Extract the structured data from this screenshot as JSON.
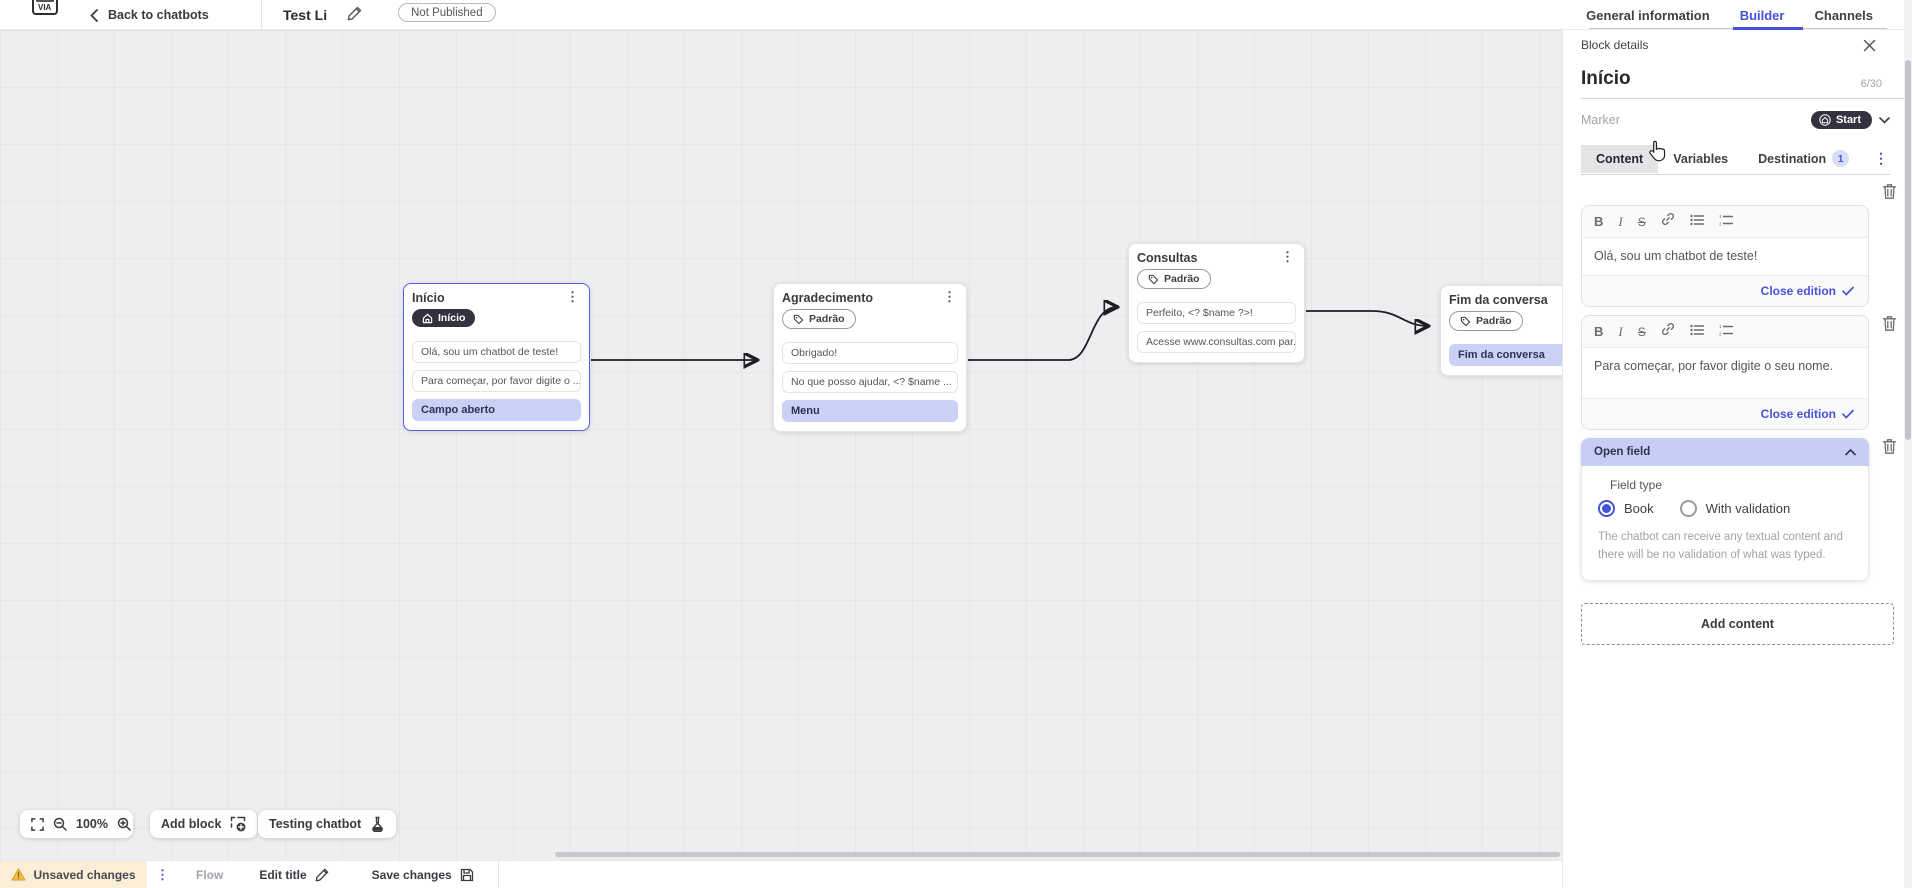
{
  "header": {
    "back_label": "Back to chatbots",
    "bot_title": "Test Li",
    "status_badge": "Not Published",
    "tabs": {
      "general": "General information",
      "builder": "Builder",
      "channels": "Channels"
    }
  },
  "canvas": {
    "nodes": [
      {
        "title": "Início",
        "marker": "Início",
        "items": [
          "Olá, sou um chatbot de teste!",
          "Para começar, por favor digite o ...",
          "Campo aberto"
        ]
      },
      {
        "title": "Agradecimento",
        "marker": "Padrão",
        "items": [
          "Obrigado!",
          "No que posso ajudar, <? $name ...",
          "Menu"
        ]
      },
      {
        "title": "Consultas",
        "marker": "Padrão",
        "items": [
          "Perfeito, <? $name ?>!",
          "Acesse www.consultas.com par..."
        ]
      },
      {
        "title": "Fim da conversa",
        "marker": "Padrão",
        "items": [
          "Fim da conversa"
        ]
      }
    ],
    "toolbar": {
      "zoom_level": "100%",
      "add_block": "Add block",
      "testing": "Testing chatbot"
    }
  },
  "panel": {
    "header_title": "Block details",
    "block_title": "Início",
    "char_count": "6/30",
    "marker_label": "Marker",
    "marker_value": "Start",
    "tabs": {
      "content": "Content",
      "variables": "Variables",
      "destination": "Destination",
      "destination_badge": "1"
    },
    "editors": [
      {
        "text": "Olá, sou um chatbot de teste!",
        "close_label": "Close edition"
      },
      {
        "text": "Para começar, por favor digite o seu nome.",
        "close_label": "Close edition"
      }
    ],
    "open_field": {
      "title": "Open field",
      "field_type_label": "Field type",
      "option_book": "Book",
      "option_validation": "With validation",
      "helper": "The chatbot can receive any textual content and there will be no validation of what was typed."
    },
    "add_content_label": "Add content"
  },
  "statusbar": {
    "unsaved": "Unsaved changes",
    "flow": "Flow",
    "edit_title": "Edit title",
    "save": "Save changes"
  },
  "colors": {
    "accent_indigo": "#4553d8",
    "highlight_periwinkle": "#cad0f6",
    "open_field_header": "#c7cdf5",
    "dark_pill": "#33323e",
    "selected_node_border": "#5a5fd8",
    "unsaved_bg": "#fbeed7",
    "warning_yellow": "#e9a23b",
    "canvas_bg": "#eeeef0"
  }
}
